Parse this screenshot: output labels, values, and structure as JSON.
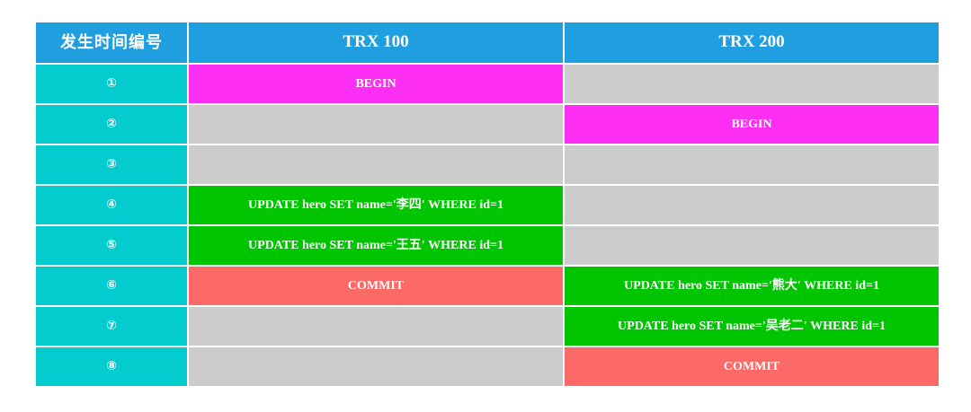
{
  "table": {
    "headers": {
      "time": "发生时间编号",
      "trx_left": "TRX 100",
      "trx_right": "TRX 200"
    },
    "colors": {
      "header_blue": "#1f9fe0",
      "time_cyan": "#04ccce",
      "empty_gray": "#cccccc",
      "begin_magenta": "#ff2ef5",
      "commit_salmon": "#fc6a68",
      "update_green": "#01c501",
      "text_white": "#ffffff",
      "page_background": "#ffffff"
    },
    "rows": [
      {
        "time": "①",
        "trx100": {
          "text": "BEGIN",
          "kind": "begin"
        },
        "trx200": {
          "text": "",
          "kind": "empty"
        }
      },
      {
        "time": "②",
        "trx100": {
          "text": "",
          "kind": "empty"
        },
        "trx200": {
          "text": "BEGIN",
          "kind": "begin"
        }
      },
      {
        "time": "③",
        "trx100": {
          "text": "",
          "kind": "empty"
        },
        "trx200": {
          "text": "",
          "kind": "empty"
        }
      },
      {
        "time": "④",
        "trx100": {
          "text": "UPDATE hero SET name='李四' WHERE id=1",
          "kind": "update"
        },
        "trx200": {
          "text": "",
          "kind": "empty"
        }
      },
      {
        "time": "⑤",
        "trx100": {
          "text": "UPDATE hero SET name='王五' WHERE id=1",
          "kind": "update"
        },
        "trx200": {
          "text": "",
          "kind": "empty"
        }
      },
      {
        "time": "⑥",
        "trx100": {
          "text": "COMMIT",
          "kind": "commit"
        },
        "trx200": {
          "text": "UPDATE hero SET name='熊大' WHERE id=1",
          "kind": "update"
        }
      },
      {
        "time": "⑦",
        "trx100": {
          "text": "",
          "kind": "empty"
        },
        "trx200": {
          "text": "UPDATE hero SET name='吴老二' WHERE id=1",
          "kind": "update"
        }
      },
      {
        "time": "⑧",
        "trx100": {
          "text": "",
          "kind": "empty"
        },
        "trx200": {
          "text": "COMMIT",
          "kind": "commit"
        }
      }
    ]
  }
}
